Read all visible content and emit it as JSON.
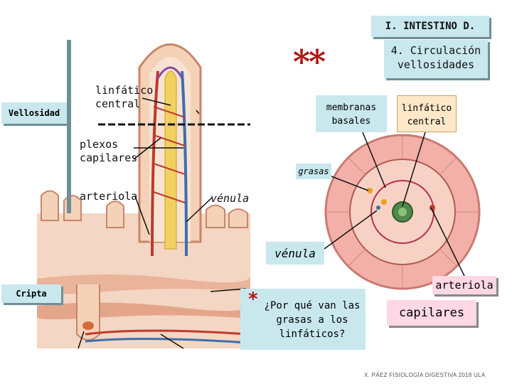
{
  "header": {
    "title": "I. INTESTINO D.",
    "subtitle": "4. Circulación vellosidades",
    "stars": "**"
  },
  "left_labels": {
    "vellosidad": "Vellosidad",
    "linfatico_central": "linfático central",
    "plexos_capilares": "plexos capilares",
    "arteriola": "arteriola",
    "venula": "vénula",
    "cripta": "Cripta"
  },
  "right_labels": {
    "membranas_basales": "membranas basales",
    "linfatico_central": "linfático central",
    "grasas": "grasas",
    "venula": "vénula",
    "arteriola": "arteriola",
    "capilares": "capilares"
  },
  "question": {
    "star": "*",
    "text": "¿Por qué van las grasas a los linfáticos?"
  },
  "credit": "X. PÁEZ   FISIOLOGÍA DIGESTIVA 2018  ULA",
  "colors": {
    "label_box": "#c8e8ee",
    "pink_box": "#ffd8e4",
    "accent_red": "#b01515",
    "tissue": "#f2c9a8",
    "vessel_red": "#c0392b",
    "vessel_blue": "#3b6fb0",
    "lymph_yellow": "#f0d060"
  }
}
